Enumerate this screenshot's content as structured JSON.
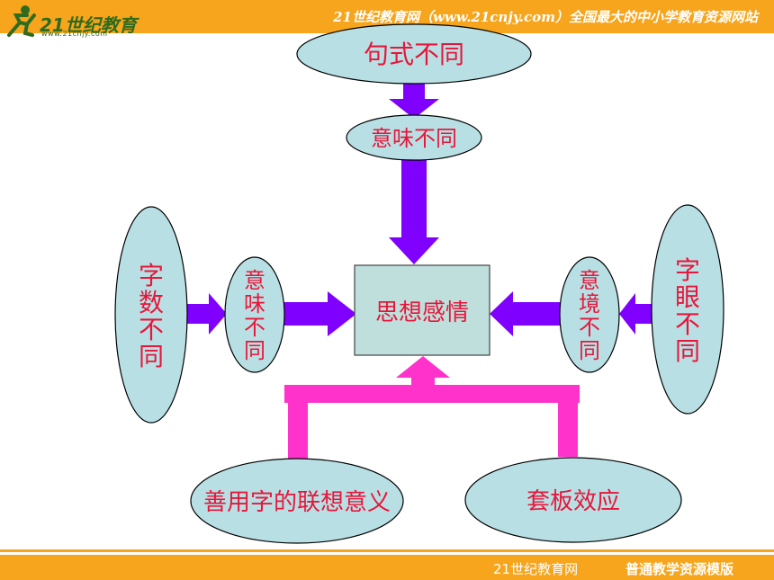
{
  "header": {
    "logo_text": "21世纪教育",
    "logo_sub": "www.21cnjy.com",
    "slogan": "21世纪教育网（www.21cnjy.com）全国最大的中小学教育资源网站"
  },
  "footer": {
    "left": "21世纪教育网",
    "right": "普通教学资源模版"
  },
  "diagram": {
    "top_outer": "句式不同",
    "top_inner": "意味不同",
    "center": "思想感情",
    "left_outer": "字数不同",
    "left_inner": "意味不同",
    "right_inner": "意境不同",
    "right_outer": "字眼不同",
    "bottom_left": "善用字的联想意义",
    "bottom_right": "套板效应"
  },
  "colors": {
    "ellipse_fill": "#b8e0e4",
    "center_fill": "#bedfdc",
    "arrow_purple": "#7f00ff",
    "arrow_magenta": "#ff33cc",
    "text_red": "#e8163a",
    "header_orange": "#f6a51c"
  }
}
